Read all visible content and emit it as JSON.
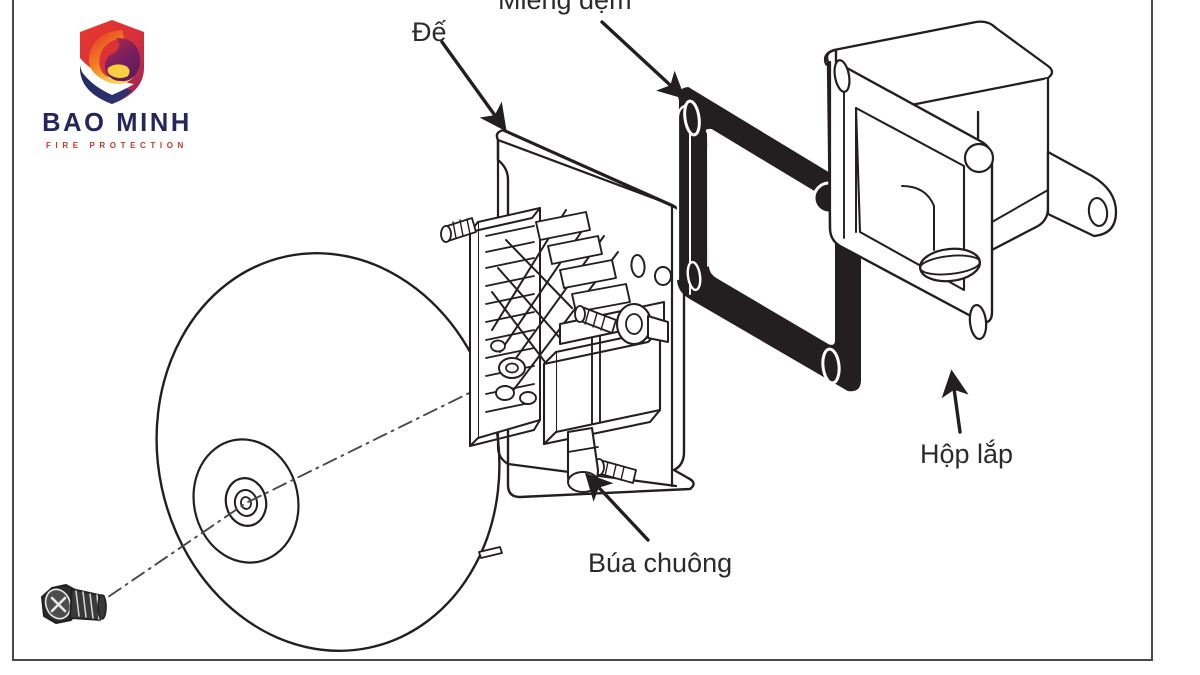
{
  "document": {
    "type": "exploded-assembly-diagram",
    "subject": "Fire alarm bell exploded view",
    "background_color": "#ffffff",
    "line_color": "#231f20",
    "frame_color": "#4a4a4a"
  },
  "logo": {
    "name": "BAO MINH",
    "wordmark": "BAO MINH",
    "tagline": "FIRE PROTECTION",
    "wordmark_color": "#25275c",
    "tagline_color": "#c0392b",
    "mark_colors": {
      "red": "#e8382c",
      "orange": "#f5a623",
      "yellow": "#f7d046",
      "purple": "#7b1f5c",
      "navy": "#232a5c"
    }
  },
  "labels": [
    {
      "id": "de",
      "text": "Đế",
      "meaning": "base"
    },
    {
      "id": "mieng_dem",
      "text": "Miếng đệm",
      "meaning": "gasket"
    },
    {
      "id": "bua",
      "text": "Búa chuông",
      "meaning": "bell hammer"
    },
    {
      "id": "hop",
      "text": "Hộp lắp",
      "meaning": "mounting box"
    }
  ],
  "parts": [
    {
      "id": "gong",
      "name": "bell-gong-disc",
      "shape": "large ellipse with hub"
    },
    {
      "id": "screw",
      "name": "mounting-screw",
      "shape": "hex head screw"
    },
    {
      "id": "base",
      "name": "bell-base-assembly",
      "shape": "isometric plate with mechanism"
    },
    {
      "id": "gasket",
      "name": "gasket-frame",
      "shape": "black rectangular frame with 4 holes"
    },
    {
      "id": "box",
      "name": "mounting-box",
      "shape": "isometric box with flange ears"
    }
  ]
}
